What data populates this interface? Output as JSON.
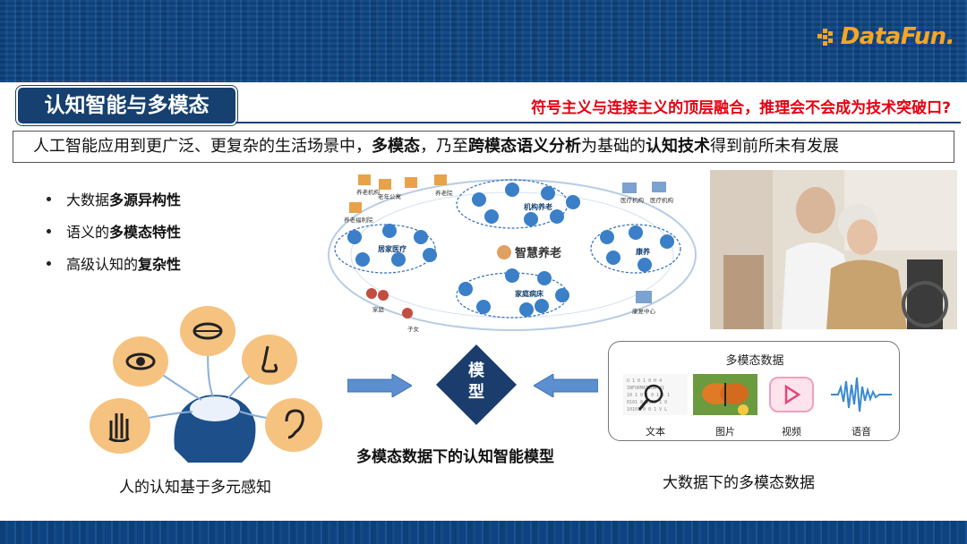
{
  "brand": {
    "logo_text": "DataFun.",
    "accent": "#f5a623"
  },
  "header": {
    "title": "认知智能与多模态",
    "subtitle": "符号主义与连接主义的顶层融合，推理会不会成为技术突破口?"
  },
  "description": {
    "part1": "人工智能应用到更广泛、更复杂的生活场景中，",
    "bold1": "多模态",
    "part2": "，乃至",
    "bold2": "跨模态语义分析",
    "part3": "为基础的",
    "bold3": "认知技术",
    "part4": "得到前所未有发展"
  },
  "bullets": [
    {
      "prefix": "大数据",
      "bold": "多源异构性"
    },
    {
      "prefix": "语义的",
      "bold": "多模态特性"
    },
    {
      "prefix": "高级认知的",
      "bold": "复杂性"
    }
  ],
  "ecosystem": {
    "center": "智慧养老",
    "rings": [
      "机构养老",
      "居家医疗",
      "康养",
      "家庭病床"
    ],
    "places": [
      "养老机构",
      "老年公寓",
      "养老院",
      "养老福利院",
      "医疗机构",
      "医疗机构",
      "康复中心",
      "家庭",
      "子女"
    ]
  },
  "model": {
    "diamond_text_1": "模",
    "diamond_text_2": "型",
    "caption": "多模态数据下的认知智能模型",
    "color": "#1a3d6e"
  },
  "senses_caption": "人的认知基于多元感知",
  "multimodal": {
    "title": "多模态数据",
    "items": [
      "文本",
      "图片",
      "视频",
      "语音"
    ],
    "caption": "大数据下的多模态数据"
  }
}
